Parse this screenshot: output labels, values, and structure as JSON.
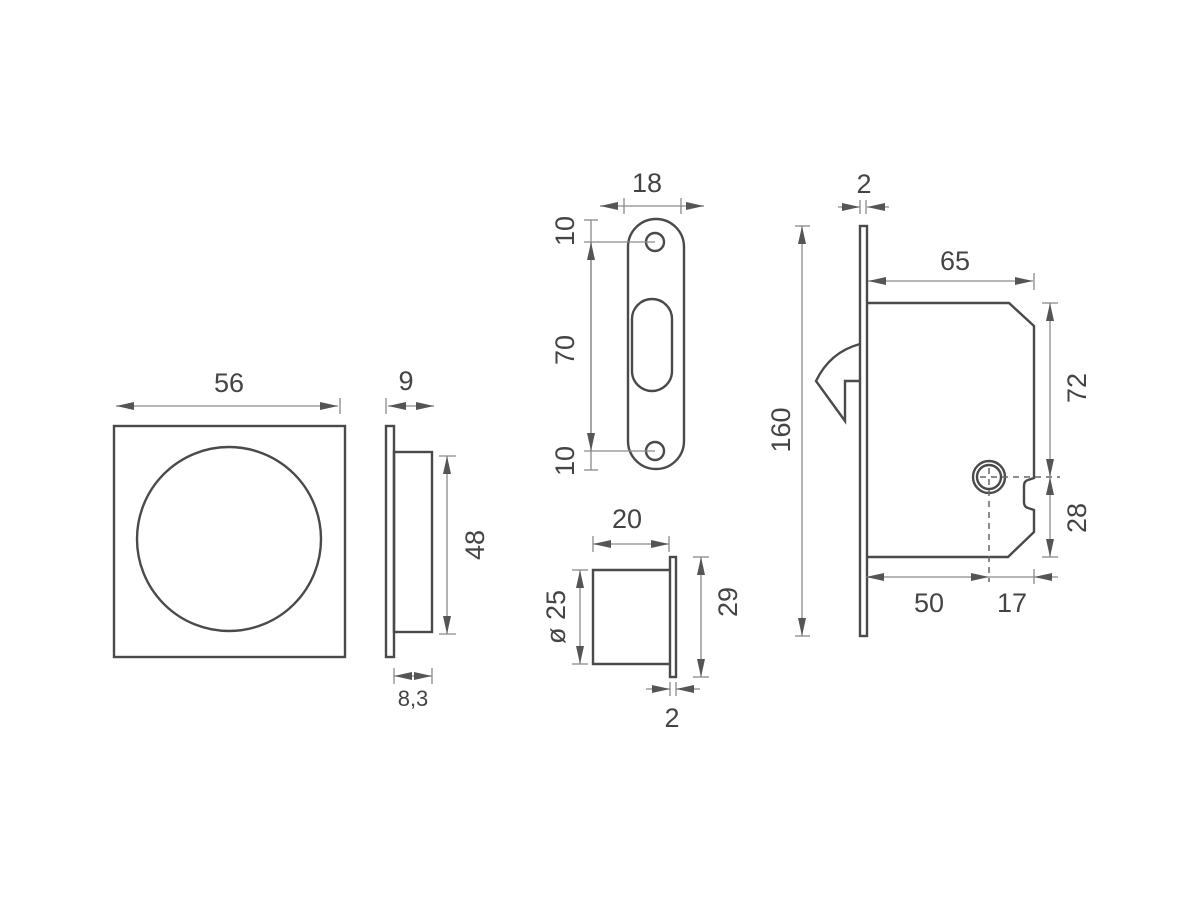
{
  "colors": {
    "line": "#4a4a4a",
    "dimension": "#8a8a8a",
    "background": "#ffffff"
  },
  "handle_front": {
    "width_label": "56"
  },
  "handle_side": {
    "depth_label": "9",
    "inner_depth_label": "8,3",
    "height_label": "48"
  },
  "strike_plate": {
    "width_label": "18",
    "top_label": "10",
    "middle_label": "70",
    "bottom_label": "10"
  },
  "finger_pull": {
    "length_label": "20",
    "diameter_label": "ø 25",
    "flange_label": "29",
    "flange_thickness_label": "2"
  },
  "lock": {
    "faceplate_thickness_label": "2",
    "faceplate_height_label": "160",
    "body_depth_label": "65",
    "upper_height_label": "72",
    "lower_height_label": "28",
    "backset_label": "50",
    "rear_label": "17"
  }
}
